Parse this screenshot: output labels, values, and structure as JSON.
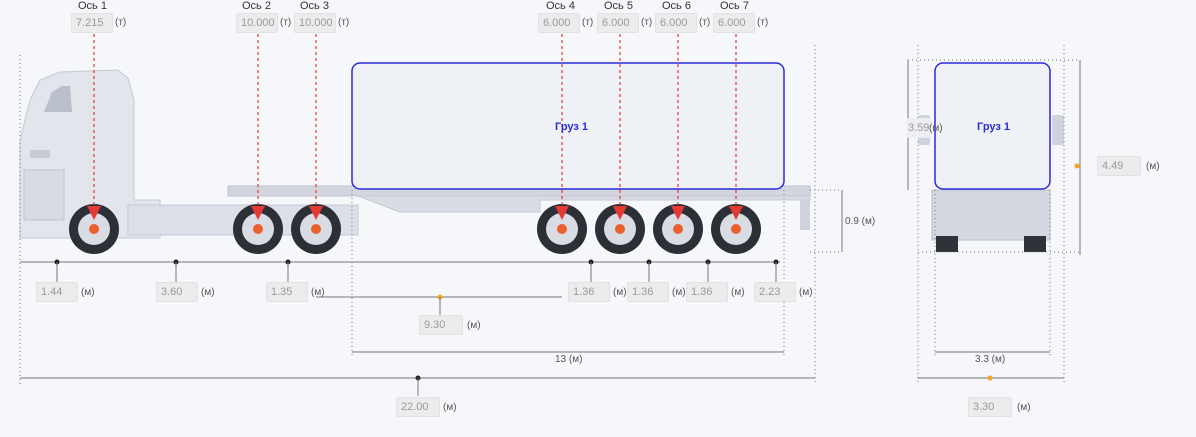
{
  "axles": [
    {
      "name": "Ось 1",
      "load": "7.215"
    },
    {
      "name": "Ось 2",
      "load": "10.000"
    },
    {
      "name": "Ось 3",
      "load": "10.000"
    },
    {
      "name": "Ось 4",
      "load": "6.000"
    },
    {
      "name": "Ось 5",
      "load": "6.000"
    },
    {
      "name": "Ось 6",
      "load": "6.000"
    },
    {
      "name": "Ось 7",
      "load": "6.000"
    }
  ],
  "load_unit": "(т)",
  "length_unit": "(м)",
  "spacings": [
    "1.44",
    "3.60",
    "1.35",
    "1.36",
    "1.36",
    "1.36",
    "2.23"
  ],
  "cargo_offset": "9.30",
  "cargo_length": "13 (м)",
  "total_length": "22.00",
  "platform_height": "0.9 (м)",
  "cargo_name": "Груз 1",
  "rear": {
    "cargo_height": "3.59",
    "total_height": "4.49",
    "cargo_width": "3.3 (м)",
    "total_width": "3.30"
  },
  "colors": {
    "cargo_border": "#2b2bd6",
    "arrow": "#e53935",
    "dot": "#f5a623"
  }
}
